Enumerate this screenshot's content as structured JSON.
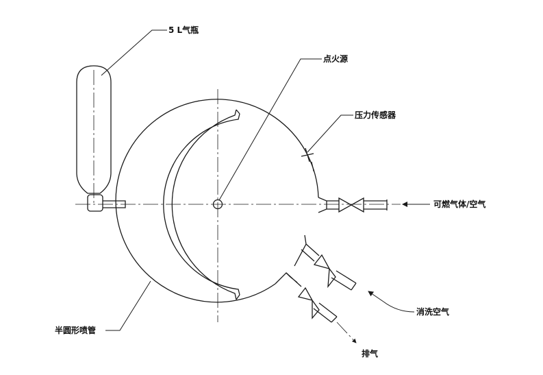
{
  "labels": {
    "cylinder": "5 L气瓶",
    "ignition_source": "点火源",
    "pressure_sensor": "压力传感器",
    "gas_inlet": "可燃气体/空气",
    "purge_air": "消洗空气",
    "exhaust": "排气",
    "spray_tube": "半圆形喷管"
  },
  "colors": {
    "line": "#1a1a1a",
    "background": "#ffffff"
  }
}
